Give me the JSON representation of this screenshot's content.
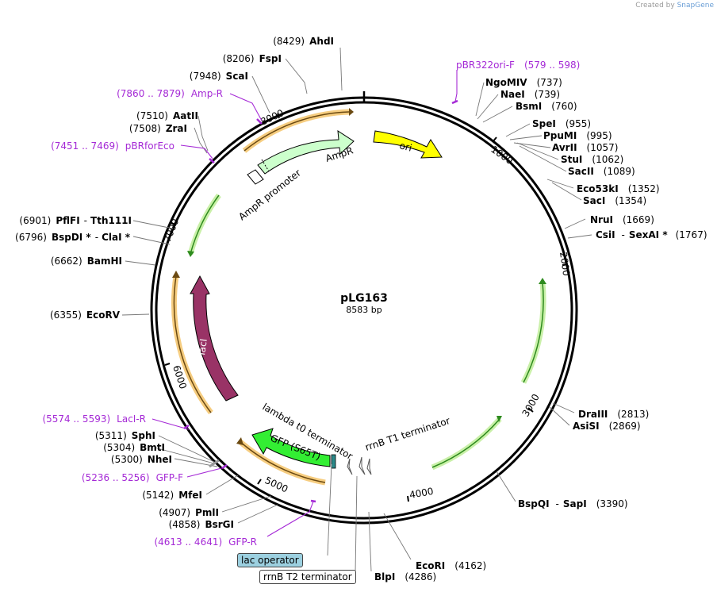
{
  "credit": {
    "prefix": "Created by",
    "brand": "SnapGene"
  },
  "plasmid": {
    "name": "pLG163",
    "size_label": "8583 bp",
    "length_bp": 8583
  },
  "ticks": [
    "1000",
    "2000",
    "3000",
    "4000",
    "5000",
    "6000",
    "7000",
    "8000"
  ],
  "sites": [
    {
      "id": "ahdi",
      "num": "(8429)",
      "parts": [
        "AhdI"
      ]
    },
    {
      "id": "fspi",
      "num": "(8206)",
      "parts": [
        "FspI"
      ]
    },
    {
      "id": "scai",
      "num": "(7948)",
      "parts": [
        "ScaI"
      ]
    },
    {
      "id": "aatii",
      "num": "(7510)",
      "parts": [
        "AatII"
      ]
    },
    {
      "id": "zrai",
      "num": "(7508)",
      "parts": [
        "ZraI"
      ]
    },
    {
      "id": "pflfi",
      "num": "(6901)",
      "parts": [
        "PflFI",
        "Tth111I"
      ]
    },
    {
      "id": "bspdi",
      "num": "(6796)",
      "parts": [
        "BspDI *",
        "ClaI *"
      ]
    },
    {
      "id": "bamhi",
      "num": "(6662)",
      "parts": [
        "BamHI"
      ]
    },
    {
      "id": "ecorv",
      "num": "(6355)",
      "parts": [
        "EcoRV"
      ]
    },
    {
      "id": "sphi",
      "num": "(5311)",
      "parts": [
        "SphI"
      ]
    },
    {
      "id": "bmti",
      "num": "(5304)",
      "parts": [
        "BmtI"
      ]
    },
    {
      "id": "nhei",
      "num": "(5300)",
      "parts": [
        "NheI"
      ]
    },
    {
      "id": "mfei",
      "num": "(5142)",
      "parts": [
        "MfeI"
      ]
    },
    {
      "id": "pmli",
      "num": "(4907)",
      "parts": [
        "PmlI"
      ]
    },
    {
      "id": "bsrgi",
      "num": "(4858)",
      "parts": [
        "BsrGI"
      ]
    },
    {
      "id": "ngomiv",
      "num": "(737)",
      "parts": [
        "NgoMIV"
      ]
    },
    {
      "id": "naei",
      "num": "(739)",
      "parts": [
        "NaeI"
      ]
    },
    {
      "id": "bsmi",
      "num": "(760)",
      "parts": [
        "BsmI"
      ]
    },
    {
      "id": "spei",
      "num": "(955)",
      "parts": [
        "SpeI"
      ]
    },
    {
      "id": "ppumi",
      "num": "(995)",
      "parts": [
        "PpuMI"
      ]
    },
    {
      "id": "avrii",
      "num": "(1057)",
      "parts": [
        "AvrII"
      ]
    },
    {
      "id": "stui",
      "num": "(1062)",
      "parts": [
        "StuI"
      ]
    },
    {
      "id": "sacii",
      "num": "(1089)",
      "parts": [
        "SacII"
      ]
    },
    {
      "id": "eco53ki",
      "num": "(1352)",
      "parts": [
        "Eco53kI"
      ]
    },
    {
      "id": "saci",
      "num": "(1354)",
      "parts": [
        "SacI"
      ]
    },
    {
      "id": "nrui",
      "num": "(1669)",
      "parts": [
        "NruI"
      ]
    },
    {
      "id": "csii",
      "num": "(1767)",
      "parts": [
        "CsiI",
        "SexAI *"
      ]
    },
    {
      "id": "draiii",
      "num": "(2813)",
      "parts": [
        "DraIII"
      ]
    },
    {
      "id": "asisi",
      "num": "(2869)",
      "parts": [
        "AsiSI"
      ]
    },
    {
      "id": "bspqi",
      "num": "(3390)",
      "parts": [
        "BspQI",
        "SapI"
      ]
    },
    {
      "id": "ecori",
      "num": "(4162)",
      "parts": [
        "EcoRI"
      ]
    },
    {
      "id": "blpi",
      "num": "(4286)",
      "parts": [
        "BlpI"
      ]
    }
  ],
  "primers": [
    {
      "id": "pbr322ori",
      "name": "pBR322ori-F",
      "range": "(579 .. 598)"
    },
    {
      "id": "ampr",
      "name": "Amp-R",
      "range": "(7860 .. 7879)"
    },
    {
      "id": "pbrforeco",
      "name": "pBRforEco",
      "range": "(7451 .. 7469)"
    },
    {
      "id": "laci-r",
      "name": "LacI-R",
      "range": "(5574 .. 5593)"
    },
    {
      "id": "gfp-f",
      "name": "GFP-F",
      "range": "(5236 .. 5256)"
    },
    {
      "id": "gfp-r",
      "name": "GFP-R",
      "range": "(4613 .. 4641)"
    }
  ],
  "features": [
    {
      "id": "ori",
      "label": "ori",
      "color": "#ffff00"
    },
    {
      "id": "ampr",
      "label": "AmpR",
      "color": "#ccffcc"
    },
    {
      "id": "ampr-promoter",
      "label": "AmpR promoter",
      "color": "#ffffff"
    },
    {
      "id": "laci",
      "label": "lacI",
      "color": "#993366"
    },
    {
      "id": "gfp",
      "label": "GFP (S65T)",
      "color": "#33ee33"
    },
    {
      "id": "lambda-t0",
      "label": "lambda t0 terminator"
    },
    {
      "id": "rrnb-t1",
      "label": "rrnB T1 terminator"
    },
    {
      "id": "lac-operator",
      "label": "lac operator",
      "color": "#99cccc"
    },
    {
      "id": "rrnb-t2",
      "label": "rrnB T2 terminator"
    }
  ],
  "colors": {
    "primer": "#a52ad6",
    "orf_highlight": "#f5a623",
    "arrow_green": "#2e8b1e"
  }
}
